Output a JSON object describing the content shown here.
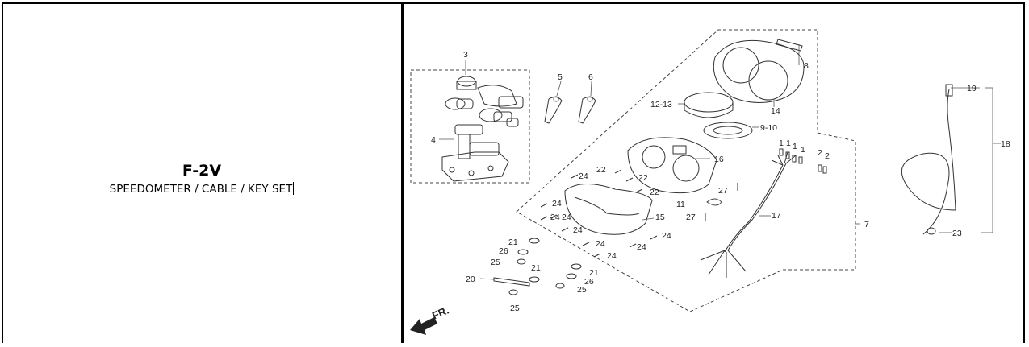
{
  "model": {
    "code": "F-2V",
    "title": "SPEEDOMETER / CABLE / KEY SET"
  },
  "diagram": {
    "direction_label": "FR.",
    "callouts": {
      "c3": "3",
      "c4": "4",
      "c5": "5",
      "c6": "6",
      "c8": "8",
      "c12_13": "12-13",
      "c14": "14",
      "c9_10": "9-10",
      "c16": "16",
      "c22a": "22",
      "c22b": "22",
      "c22c": "22",
      "c24a": "24",
      "c24b": "24",
      "c24c": "24",
      "c24d": "24",
      "c24e": "24",
      "c24f": "24",
      "c24g": "24",
      "c24h": "24",
      "c24i": "24",
      "c15": "15",
      "c11": "11",
      "c27a": "27",
      "c27b": "27",
      "c17": "17",
      "c7": "7",
      "c1a": "1",
      "c1b": "1",
      "c1c": "1",
      "c1d": "1",
      "c2a": "2",
      "c2b": "2",
      "c21a": "21",
      "c26a": "26",
      "c25a": "25",
      "c21b": "21",
      "c20": "20",
      "c21c": "21",
      "c26b": "26",
      "c25b": "25",
      "c25c": "25",
      "c19": "19",
      "c18": "18",
      "c23": "23"
    }
  }
}
